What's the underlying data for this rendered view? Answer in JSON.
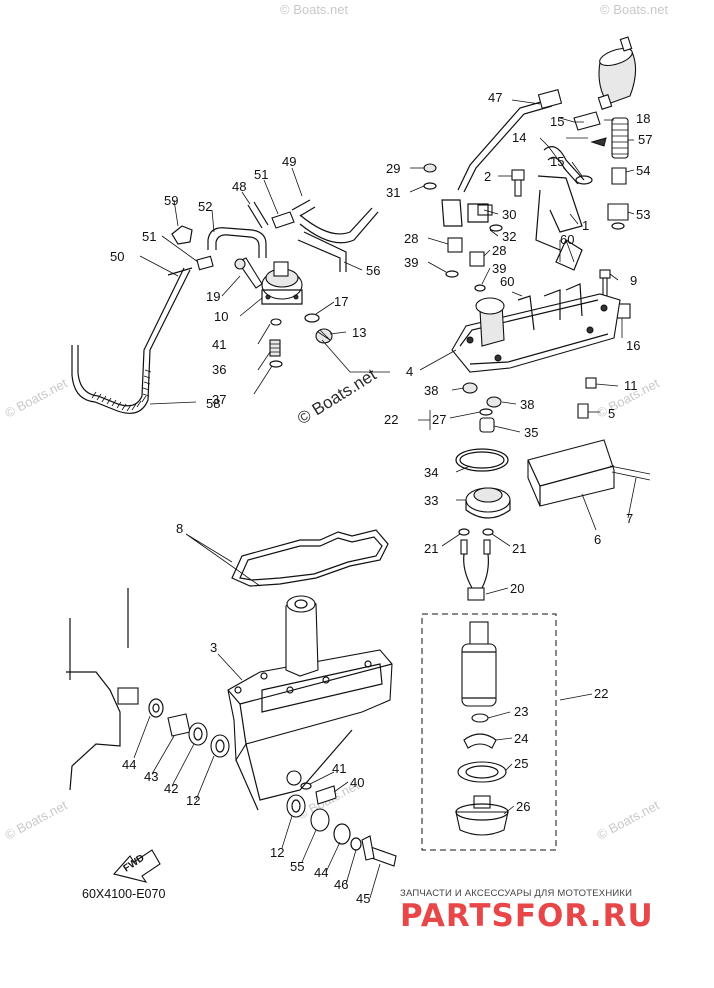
{
  "diagram": {
    "drawing_code": "60X4100-E070",
    "fwd_label": "FWD",
    "watermark_main": "© Boats.net",
    "watermark_small": "© Boats.net",
    "ru_caption": "ЗАПЧАСТИ И АКСЕССУАРЫ ДЛЯ МОТОТЕХНИКИ",
    "ru_logo": "PARTSFOR.RU",
    "callouts": {
      "c1": "1",
      "c2": "2",
      "c3": "3",
      "c4": "4",
      "c5": "5",
      "c6": "6",
      "c7": "7",
      "c8": "8",
      "c9": "9",
      "c10": "10",
      "c11": "11",
      "c12a": "12",
      "c12b": "12",
      "c13": "13",
      "c14": "14",
      "c15a": "15",
      "c15b": "15",
      "c16": "16",
      "c17": "17",
      "c18": "18",
      "c19": "19",
      "c20": "20",
      "c21a": "21",
      "c21b": "21",
      "c22a": "22",
      "c22b": "22",
      "c23": "23",
      "c24": "24",
      "c25": "25",
      "c26": "26",
      "c27": "27",
      "c28a": "28",
      "c28b": "28",
      "c29": "29",
      "c30": "30",
      "c31": "31",
      "c32": "32",
      "c33": "33",
      "c34": "34",
      "c35": "35",
      "c36": "36",
      "c37": "37",
      "c38a": "38",
      "c38b": "38",
      "c39a": "39",
      "c39b": "39",
      "c40": "40",
      "c41a": "41",
      "c41b": "41",
      "c42": "42",
      "c43": "43",
      "c44a": "44",
      "c44b": "44",
      "c45": "45",
      "c46": "46",
      "c47": "47",
      "c48": "48",
      "c49": "49",
      "c50": "50",
      "c51a": "51",
      "c51b": "51",
      "c52": "52",
      "c53": "53",
      "c54": "54",
      "c55": "55",
      "c56": "56",
      "c57": "57",
      "c58": "58",
      "c59": "59",
      "c60a": "60",
      "c60b": "60"
    }
  }
}
